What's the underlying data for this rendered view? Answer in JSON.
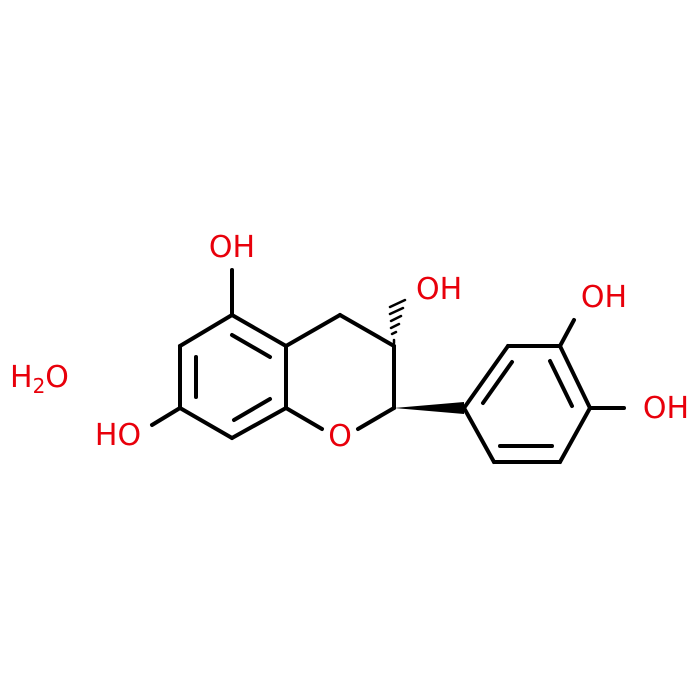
{
  "colors": {
    "bond": "#000000",
    "heteroatom": "#e8000b",
    "background": "#ffffff"
  },
  "labels": {
    "oh_top": "OH",
    "oh_c3": "OH",
    "oh_meta": "OH",
    "oh_para": "OH",
    "ho_left": "HO",
    "ring_oxygen": "O",
    "water_h": "H",
    "water_sub": "2",
    "water_o": "O"
  }
}
